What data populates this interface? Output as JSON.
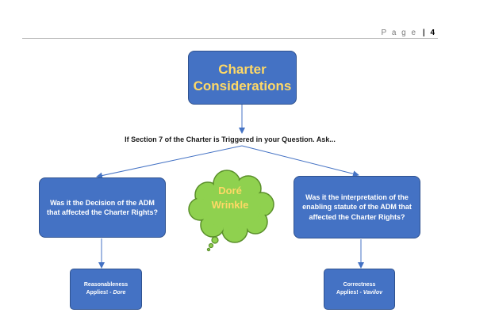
{
  "header": {
    "page_label": "P a g e",
    "separator": "|",
    "page_number": "4"
  },
  "diagram": {
    "title": "Charter Considerations",
    "trigger_text": "If Section 7 of the Charter is Triggered in your Question. Ask...",
    "left_question": "Was it the Decision of the ADM that affected the Charter Rights?",
    "right_question": "Was it the interpretation of the enabling statute of the ADM that affected the Charter Rights?",
    "cloud_line1": "Doré",
    "cloud_line2": "Wrinkle",
    "left_result_line1": "Reasonableness",
    "left_result_line2": "Applies! - ",
    "left_result_case": "Dore",
    "right_result_line1": "Correctness",
    "right_result_line2": "Applies! - ",
    "right_result_case": "Vavilov"
  },
  "colors": {
    "box_fill": "#4472c4",
    "box_border": "#2f528f",
    "title_text": "#ffd966",
    "cloud_fill": "#8fd14f",
    "cloud_border": "#5a8f2a"
  }
}
